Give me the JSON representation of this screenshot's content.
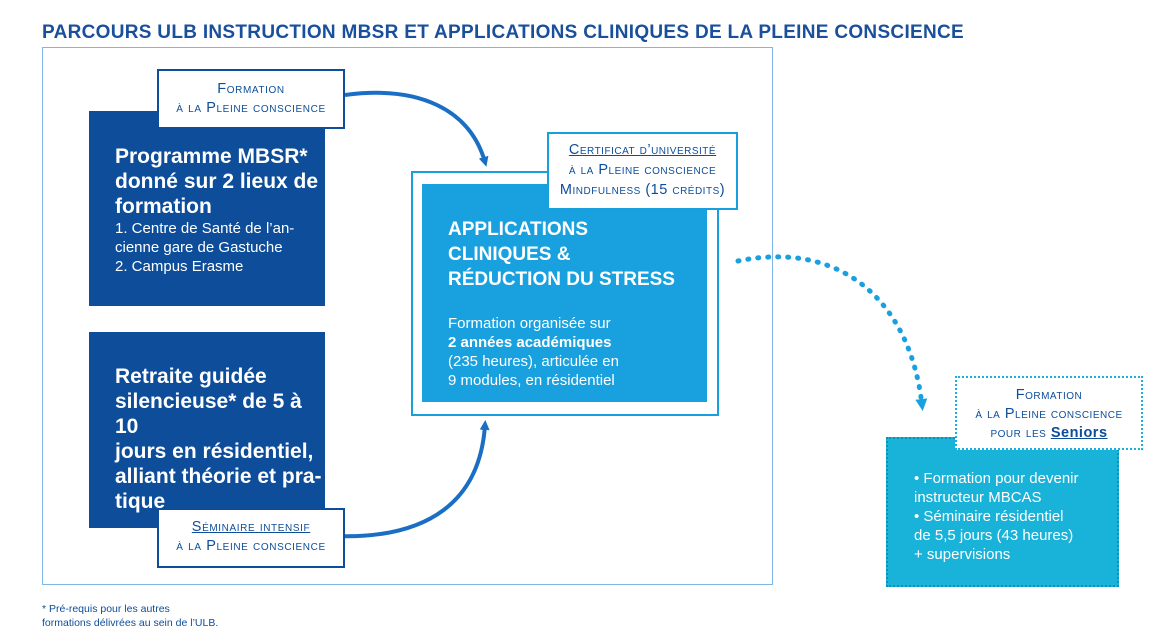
{
  "title": "PARCOURS ULB INSTRUCTION MBSR ET APPLICATIONS CLINIQUES DE LA PLEINE CONSCIENCE",
  "formation_box": {
    "line1": "Formation",
    "line2": "à la Pleine conscience"
  },
  "mbsr": {
    "heading_line1": "Programme MBSR*",
    "heading_line2": "donné sur 2 lieux de",
    "heading_line3": "formation",
    "item1_line1": "1. Centre de Santé de l’an-",
    "item1_line2": "cienne gare de Gastuche",
    "item2": "2. Campus Erasme"
  },
  "retreat": {
    "line1": "Retraite guidée",
    "line2": "silencieuse* de 5 à 10",
    "line3": "jours en résidentiel,",
    "line4": "alliant théorie et pra-",
    "line5": "tique"
  },
  "seminar_box": {
    "line1": "Séminaire intensif",
    "line2": "à la Pleine conscience"
  },
  "certificate": {
    "line1": "Certificat d’université",
    "line2": "à la Pleine conscience",
    "line3": "Mindfulness (15 crédits)"
  },
  "main": {
    "heading_line1": "APPLICATIONS CLINIQUES &",
    "heading_line2": "RÉDUCTION DU STRESS",
    "body_line1": "Formation organisée sur",
    "body_bold": "2 années académiques",
    "body_line3": "(235 heures), articulée en",
    "body_line4": "9 modules, en résidentiel"
  },
  "seniors_label": {
    "line1": "Formation",
    "line2": "à la Pleine conscience",
    "line3_prefix": "pour les",
    "line3_link": "Seniors"
  },
  "seniors": {
    "bullet1_line1": "• Formation pour devenir",
    "bullet1_line2": "instructeur MBCAS",
    "bullet2_line1": "• Séminaire résidentiel",
    "bullet2_line2": "de 5,5 jours (43 heures)",
    "bullet2_line3": "+ supervisions"
  },
  "footnote": {
    "line1": "* Pré-requis pour les autres",
    "line2": "formations délivrées au sein de l’ULB."
  },
  "colors": {
    "dark_blue": "#0d4d9a",
    "light_blue": "#19a1df",
    "teal": "#19b2d8"
  }
}
